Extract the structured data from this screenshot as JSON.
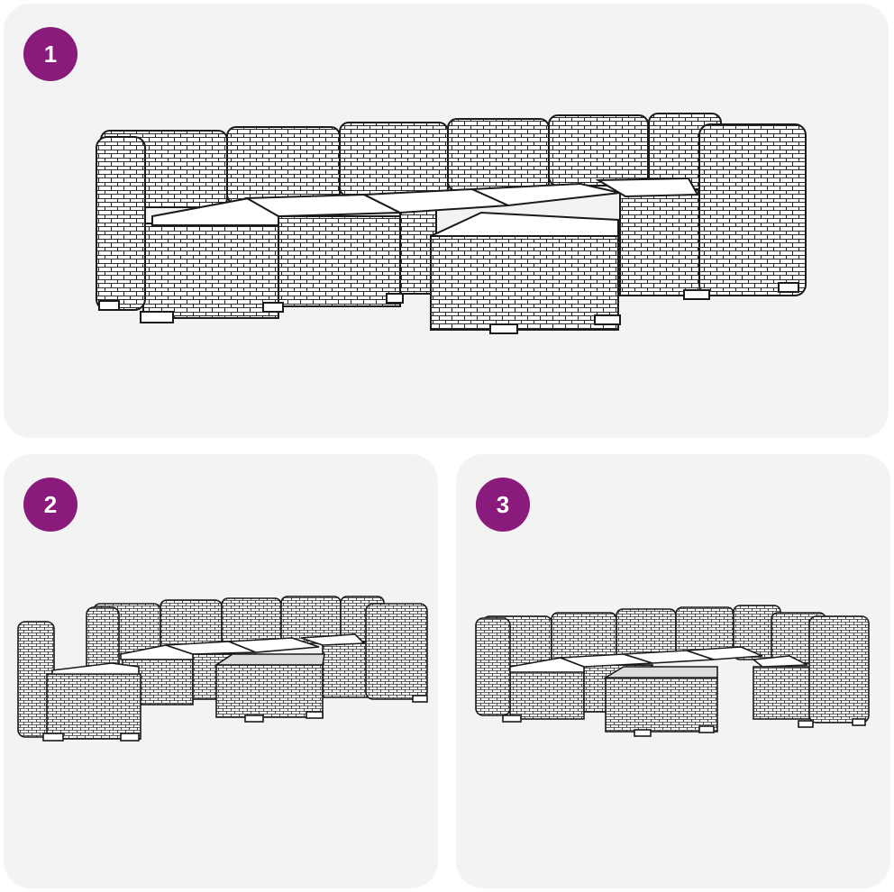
{
  "accent_color": "#8a1a7c",
  "panels": [
    {
      "step": "1"
    },
    {
      "step": "2"
    },
    {
      "step": "3"
    }
  ],
  "icons": {
    "step_1": "sofa-set-assembled-wide-icon",
    "step_2": "sofa-set-corner-detached-icon",
    "step_3": "sofa-set-corner-attached-icon"
  }
}
